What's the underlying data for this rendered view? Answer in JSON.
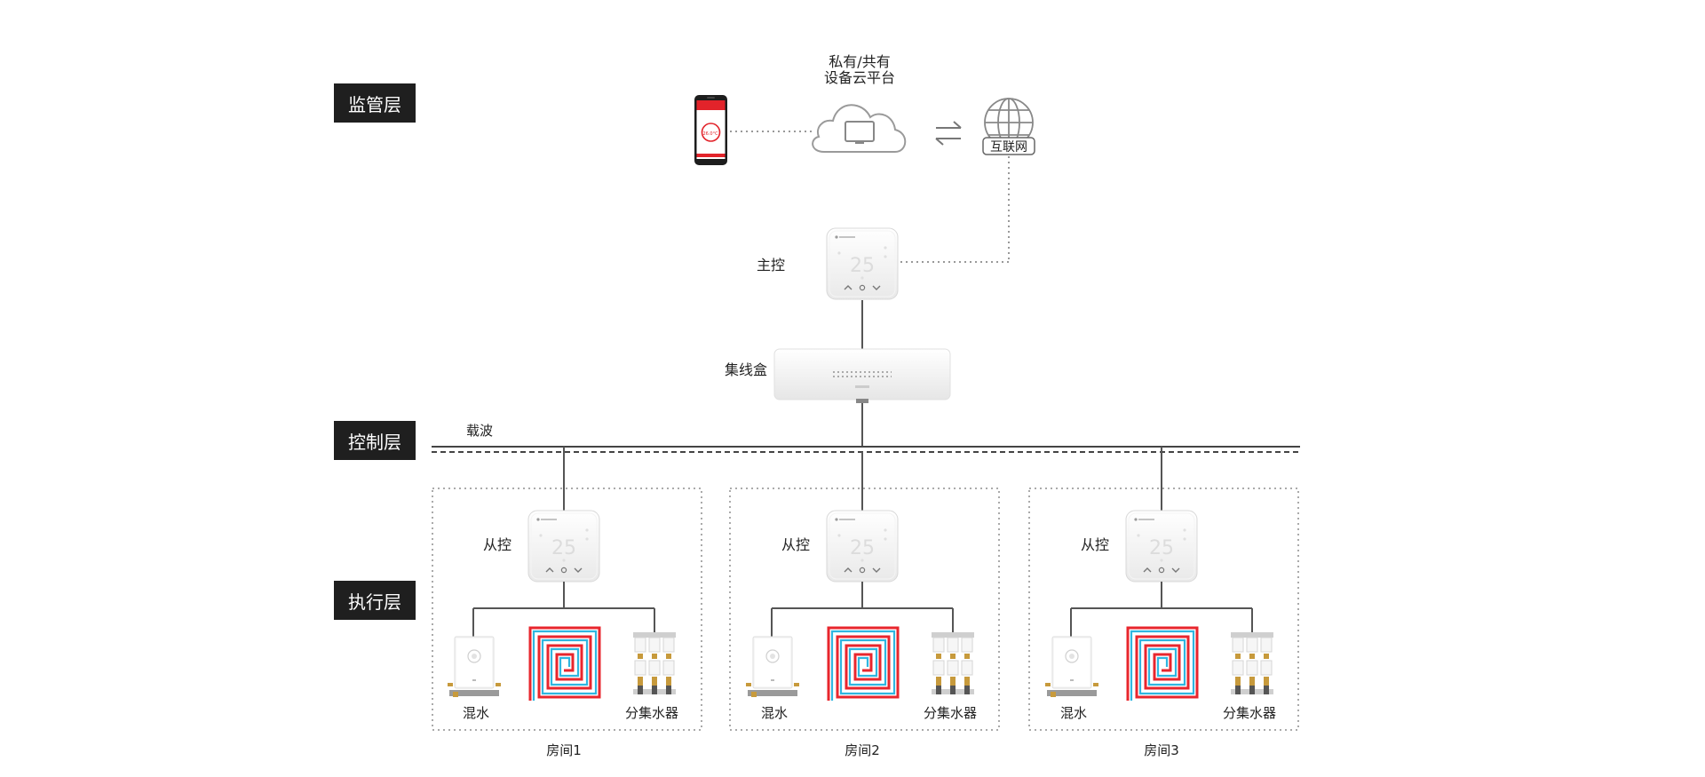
{
  "layers": {
    "monitor": "监管层",
    "control": "控制层",
    "execute": "执行层"
  },
  "cloud": {
    "line1": "私有/共有",
    "line2": "设备云平台"
  },
  "internet": {
    "label": "互联网"
  },
  "phone": {
    "temp": "26.0°C"
  },
  "master": {
    "label": "主控",
    "display": "25"
  },
  "hub": {
    "label": "集线盒"
  },
  "bus": {
    "label": "载波"
  },
  "rooms": [
    {
      "name": "房间1",
      "slave_label": "从控",
      "display": "25",
      "mixer": "混水",
      "manifold": "分集水器"
    },
    {
      "name": "房间2",
      "slave_label": "从控",
      "display": "25",
      "mixer": "混水",
      "manifold": "分集水器"
    },
    {
      "name": "房间3",
      "slave_label": "从控",
      "display": "25",
      "mixer": "混水",
      "manifold": "分集水器"
    }
  ],
  "colors": {
    "accent": "#e2232a",
    "pipe_red": "#e8262d",
    "pipe_blue": "#2fb6e0",
    "badge": "#1f1f1f"
  }
}
